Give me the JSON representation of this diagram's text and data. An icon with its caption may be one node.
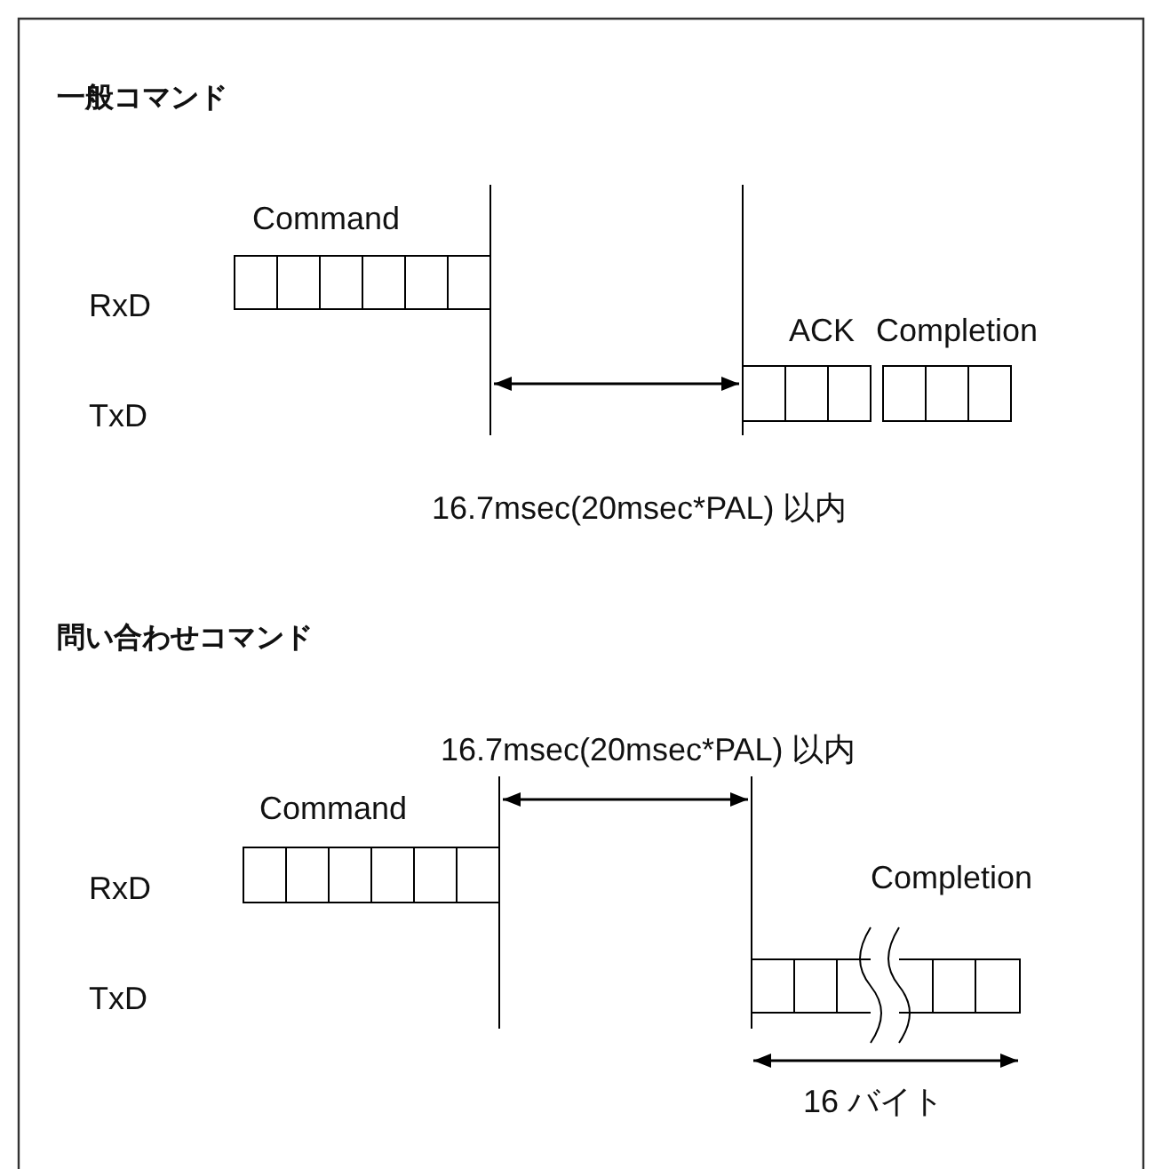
{
  "diagram": {
    "labels": [
      "一般コマンド",
      "Command",
      "RxD",
      "ACK",
      "Completion",
      "TxD",
      "16.7msec(20msec*PAL) 以内",
      "問い合わせコマンド",
      "16.7msec(20msec*PAL) 以内",
      "Command",
      "RxD",
      "Completion",
      "TxD",
      "16 バイト"
    ]
  }
}
